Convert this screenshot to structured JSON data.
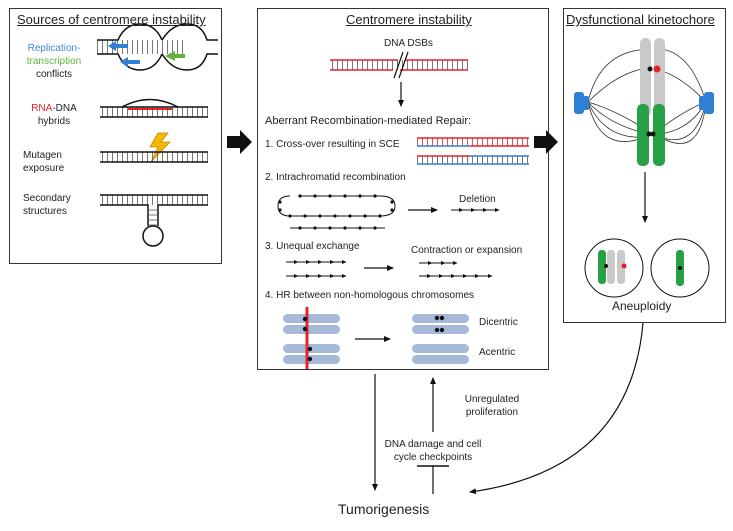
{
  "panels": {
    "sources": {
      "title": "Sources of centromere instability",
      "rt_replication": "Replication-",
      "rt_transcription": "transcription",
      "rt_conflicts": "conflicts",
      "rna_rna": "RNA",
      "rna_dna": "-DNA",
      "rna_hybrids": "hybrids",
      "mutagen_1": "Mutagen",
      "mutagen_2": "exposure",
      "secondary_1": "Secondary",
      "secondary_2": "structures"
    },
    "instability": {
      "title": "Centromere instability",
      "dsb_label": "DNA DSBs",
      "repair_heading": "Aberrant Recombination-mediated Repair:",
      "item1": "1. Cross-over resulting in SCE",
      "item2": "2. Intrachromatid recombination",
      "deletion": "Deletion",
      "item3": "3. Unequal exchange",
      "contraction": "Contraction or expansion",
      "item4": "4. HR between non-homologous chromosomes",
      "dicentric": "Dicentric",
      "acentric": "Acentric"
    },
    "kinetochore": {
      "title": "Dysfunctional kinetochore",
      "aneuploidy": "Aneuploidy"
    }
  },
  "flow": {
    "unregulated_1": "Unregulated",
    "unregulated_2": "proliferation",
    "checkpoint_1": "DNA damage and cell",
    "checkpoint_2": "cycle checkpoints",
    "tumorigenesis": "Tumorigenesis"
  },
  "colors": {
    "blue_text": "#3c8ad6",
    "green_text": "#62b33e",
    "red": "#e8202a",
    "blue_strand": "#2f7fd4",
    "green_chrom": "#27a046",
    "grey_chrom": "#c9c9c9",
    "blue_chrom": "#a6b9d8",
    "bolt": "#f5b800"
  }
}
